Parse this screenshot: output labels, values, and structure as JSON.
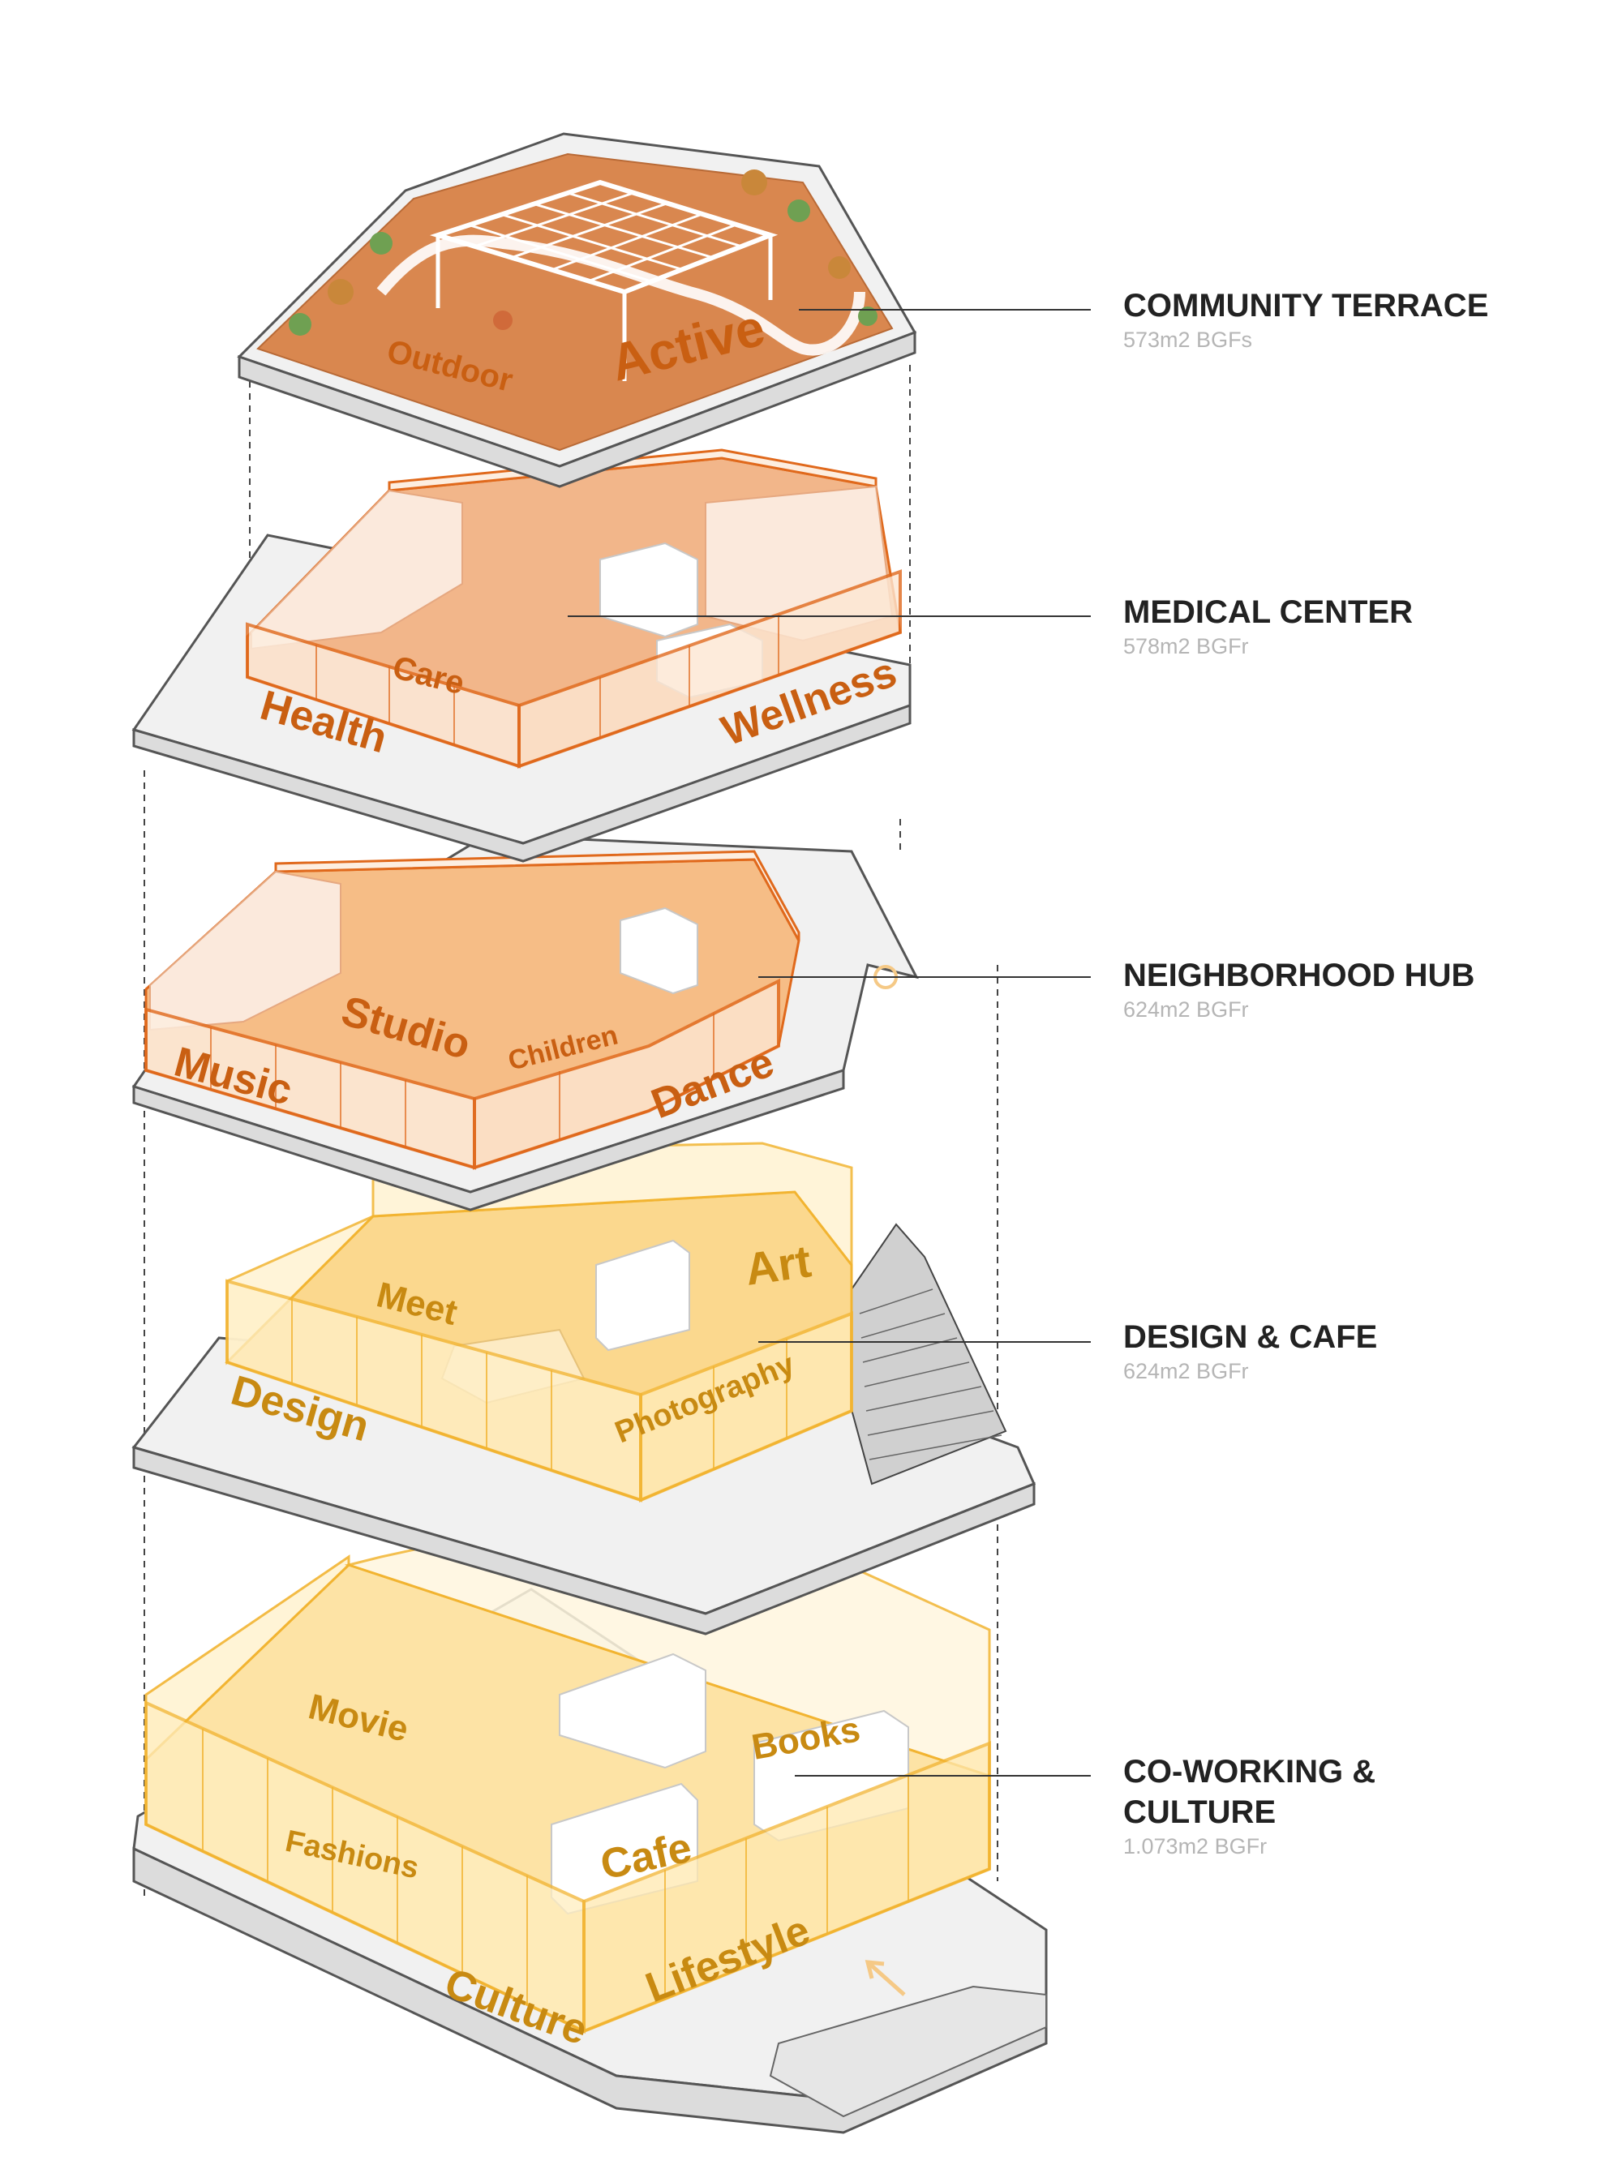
{
  "colors": {
    "terrace": "#d9874f",
    "medical": "#f2b68a",
    "hub": "#f6bd86",
    "design": "#fbd88e",
    "cowork": "#fde3a5",
    "stroke_orange": "#e0691c",
    "stroke_yellow": "#f2b431",
    "label_orange": "#c95f12",
    "label_gold": "#c88a12",
    "slab": "#f1f1f1",
    "slab_edge": "#555555",
    "leader": "#333333"
  },
  "levels": [
    {
      "title_lines": [
        "COMMUNITY TERRACE"
      ],
      "area": "573m2 BGFs",
      "zones": [
        "Outdoor",
        "Active"
      ]
    },
    {
      "title_lines": [
        "MEDICAL CENTER"
      ],
      "area": "578m2 BGFr",
      "zones": [
        "Care",
        "Health",
        "Wellness"
      ]
    },
    {
      "title_lines": [
        "NEIGHBORHOOD HUB"
      ],
      "area": "624m2 BGFr",
      "zones": [
        "Studio",
        "Children",
        "Music",
        "Dance"
      ]
    },
    {
      "title_lines": [
        "DESIGN & CAFE"
      ],
      "area": "624m2 BGFr",
      "zones": [
        "Meet",
        "Art",
        "Design",
        "Photography"
      ]
    },
    {
      "title_lines": [
        "CO-WORKING &",
        "CULTURE"
      ],
      "area": "1.073m2 BGFr",
      "zones": [
        "Movie",
        "Books",
        "Fashions",
        "Cafe",
        "Culture",
        "Lifestyle"
      ]
    }
  ]
}
